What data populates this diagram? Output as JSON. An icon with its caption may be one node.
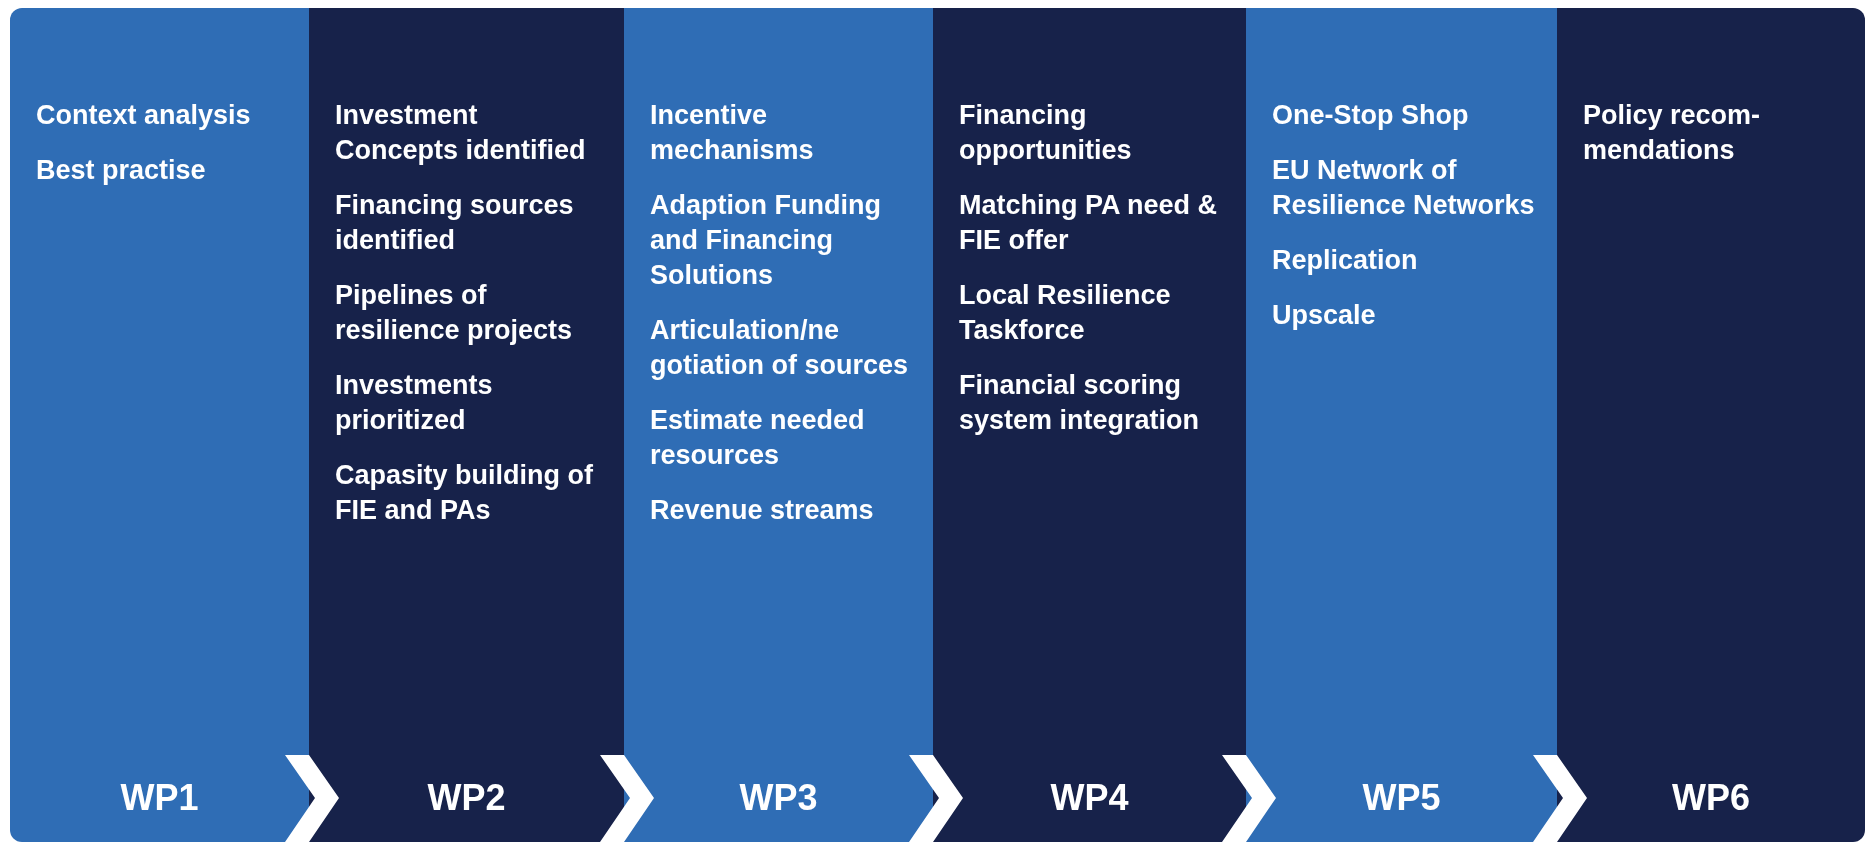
{
  "diagram": {
    "nodes": [
      {
        "text": [
          "Context analysis",
          "Best practise",
          "WP1"
        ]
      },
      {
        "text": [
          "Investment Concepts identified",
          "Financing sources identified",
          "Pipelines of resilience projects",
          "Investments prioritized",
          "Capasity building of FIE and PAs",
          "WP2"
        ]
      },
      {
        "text": [
          "Incentive mechanisms",
          "Adaption Funding and Financing Solutions",
          "Articulation/ne gotiation of sources",
          "Estimate needed resources",
          "Revenue streams",
          "WP3"
        ]
      },
      {
        "text": [
          "Financing opportunities",
          "Matching PA need & FIE offer",
          "Local Resilience Taskforce",
          "Financial scoring system integration",
          "WP4"
        ]
      },
      {
        "text": [
          "One-Stop Shop",
          "EU Network of Resilience Networks",
          "Replication",
          "Upscale",
          "WP5"
        ]
      },
      {
        "text": [
          "Policy recom- mendations",
          "WP6"
        ]
      }
    ],
    "edges": [
      {
        "from": 0,
        "to": 1,
        "arrow": "to"
      },
      {
        "from": 1,
        "to": 2,
        "arrow": "to"
      },
      {
        "from": 2,
        "to": 3,
        "arrow": "to"
      },
      {
        "from": 3,
        "to": 4,
        "arrow": "to"
      },
      {
        "from": 4,
        "to": 5,
        "arrow": "to"
      }
    ]
  }
}
